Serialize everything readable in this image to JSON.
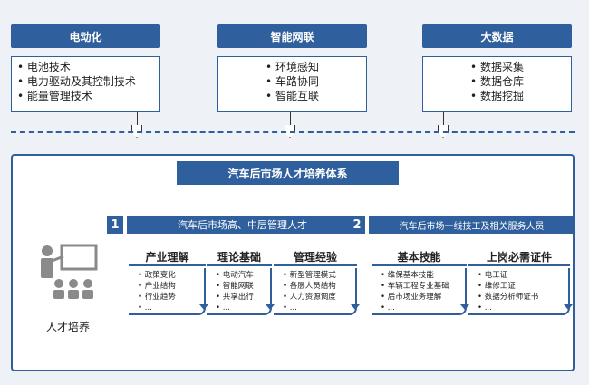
{
  "top": {
    "columns": [
      {
        "title": "电动化",
        "items": [
          "电池技术",
          "电力驱动及其控制技术",
          "能量管理技术"
        ]
      },
      {
        "title": "智能网联",
        "items": [
          "环境感知",
          "车路协同",
          "智能互联"
        ]
      },
      {
        "title": "大数据",
        "items": [
          "数据采集",
          "数据仓库",
          "数据挖掘"
        ]
      }
    ]
  },
  "system": {
    "title": "汽车后市场人才培养体系",
    "talent_label": "人才培养",
    "levels": [
      {
        "num": "1",
        "label": "汽车后市场高、中层管理人才",
        "categories": [
          {
            "title": "产业理解",
            "items": [
              "政策变化",
              "产业结构",
              "行业趋势",
              "..."
            ]
          },
          {
            "title": "理论基础",
            "items": [
              "电动汽车",
              "智能网联",
              "共享出行",
              "..."
            ]
          },
          {
            "title": "管理经验",
            "items": [
              "新型管理模式",
              "各层人员结构",
              "人力资源调度",
              "..."
            ]
          }
        ]
      },
      {
        "num": "2",
        "label": "汽车后市场一线技工及相关服务人员",
        "categories": [
          {
            "title": "基本技能",
            "items": [
              "维保基本技能",
              "车辆工程专业基础",
              "后市场业务理解",
              "..."
            ]
          },
          {
            "title": "上岗必需证件",
            "items": [
              "电工证",
              "维修工证",
              "数据分析师证书",
              "..."
            ]
          }
        ]
      }
    ]
  },
  "colors": {
    "primary": "#2f5f9c",
    "background": "#eef1f6"
  },
  "icons": {
    "teacher": "teacher-presentation-icon"
  }
}
